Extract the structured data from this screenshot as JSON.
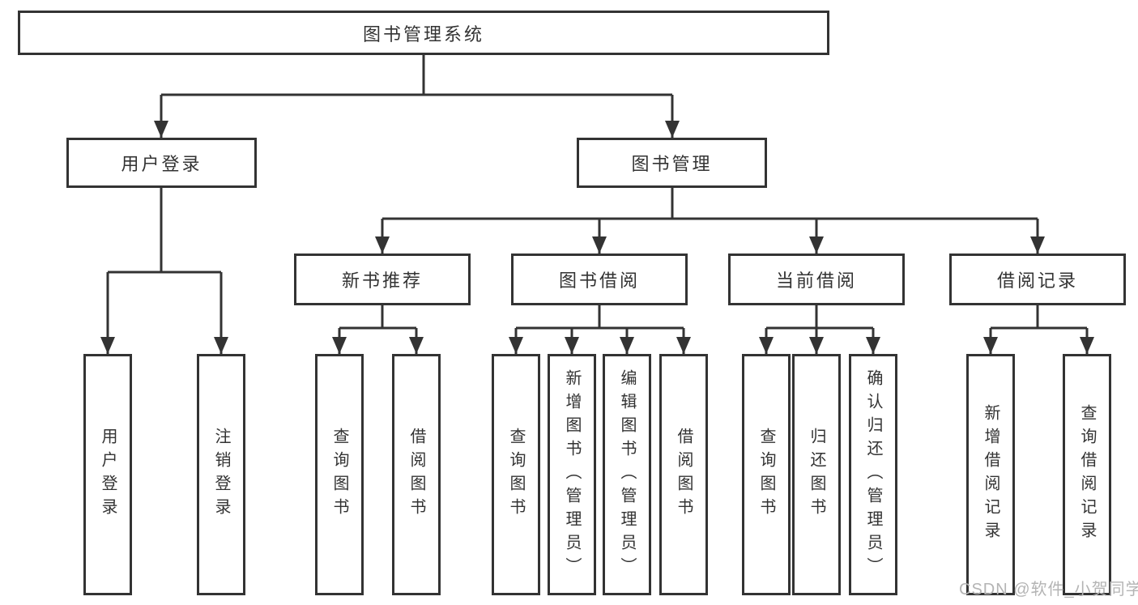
{
  "diagram": {
    "title": "图书管理系统",
    "root": {
      "label": "图书管理系统"
    },
    "level2": [
      {
        "label": "用户登录"
      },
      {
        "label": "图书管理"
      }
    ],
    "level3": [
      {
        "label": "新书推荐"
      },
      {
        "label": "图书借阅"
      },
      {
        "label": "当前借阅"
      },
      {
        "label": "借阅记录"
      }
    ],
    "leaves": {
      "login": [
        "用户登录",
        "注销登录"
      ],
      "recommend": [
        "查询图书",
        "借阅图书"
      ],
      "borrow": [
        "查询图书",
        "新增图书（管理员）",
        "编辑图书（管理员）",
        "借阅图书"
      ],
      "current": [
        "查询图书",
        "归还图书",
        "确认归还（管理员）"
      ],
      "records": [
        "新增借阅记录",
        "查询借阅记录"
      ]
    }
  },
  "watermark": {
    "text": "CSDN @软件_小贺同学"
  },
  "colors": {
    "line": "#333333",
    "text": "#333333",
    "background": "#ffffff",
    "watermark": "#b4b4b4"
  }
}
